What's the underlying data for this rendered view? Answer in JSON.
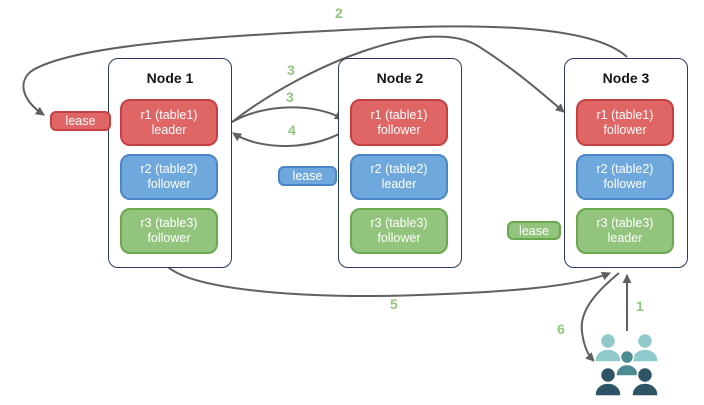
{
  "nodes": [
    {
      "title": "Node 1",
      "replicas": [
        {
          "name": "r1 (table1)",
          "role": "leader",
          "color": "#e06666"
        },
        {
          "name": "r2 (table2)",
          "role": "follower",
          "color": "#6fa8dc"
        },
        {
          "name": "r3 (table3)",
          "role": "follower",
          "color": "#93c47d"
        }
      ]
    },
    {
      "title": "Node 2",
      "replicas": [
        {
          "name": "r1 (table1)",
          "role": "follower",
          "color": "#e06666"
        },
        {
          "name": "r2 (table2)",
          "role": "leader",
          "color": "#6fa8dc"
        },
        {
          "name": "r3 (table3)",
          "role": "follower",
          "color": "#93c47d"
        }
      ]
    },
    {
      "title": "Node 3",
      "replicas": [
        {
          "name": "r1 (table1)",
          "role": "follower",
          "color": "#e06666"
        },
        {
          "name": "r2 (table2)",
          "role": "follower",
          "color": "#6fa8dc"
        },
        {
          "name": "r3 (table3)",
          "role": "leader",
          "color": "#93c47d"
        }
      ]
    }
  ],
  "leases": [
    {
      "label": "lease",
      "color": "#e06666"
    },
    {
      "label": "lease",
      "color": "#6fa8dc"
    },
    {
      "label": "lease",
      "color": "#93c47d"
    }
  ],
  "step_labels": {
    "s1": "1",
    "s2": "2",
    "s3a": "3",
    "s3b": "3",
    "s4": "4",
    "s5": "5",
    "s6": "6"
  },
  "colors": {
    "arrow": "#606060",
    "step_number": "#93c47d",
    "node_border": "#2b3b60",
    "red_fill": "#e06666",
    "red_border": "#c54040",
    "blue_fill": "#6fa8dc",
    "blue_border": "#4a86c8",
    "green_fill": "#93c47d",
    "green_border": "#6aa84f",
    "users_light": "#8fc9cb",
    "users_medium": "#4d8b94",
    "users_dark": "#2e5465"
  }
}
